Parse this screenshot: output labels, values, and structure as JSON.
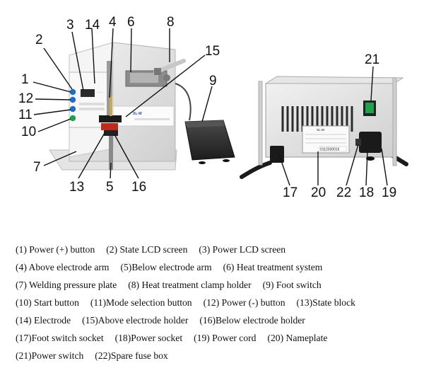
{
  "callouts": [
    "1",
    "2",
    "3",
    "14",
    "4",
    "6",
    "8",
    "15",
    "9",
    "12",
    "11",
    "10",
    "7",
    "13",
    "5",
    "16",
    "21",
    "17",
    "20",
    "22",
    "18",
    "19"
  ],
  "device": {
    "front_panel_text": "XL-W",
    "nameplate_text": "XL-W",
    "serial_text": "0112030016"
  },
  "legend": [
    [
      "(1)  Power (+) button",
      "(2) State LCD screen",
      "(3) Power LCD screen"
    ],
    [
      "(4)  Above electrode arm",
      "(5)Below electrode arm",
      "(6) Heat treatment system"
    ],
    [
      "(7)  Welding pressure plate",
      "(8) Heat treatment clamp holder",
      "(9) Foot switch"
    ],
    [
      "(10) Start button",
      "(11)Mode selection button",
      "(12) Power (-) button",
      "(13)State block"
    ],
    [
      "(14) Electrode",
      "(15)Above electrode holder",
      "(16)Below electrode holder"
    ],
    [
      "(17)Foot switch socket",
      "(18)Power socket",
      "(19)  Power  cord",
      "(20)  Nameplate"
    ],
    [
      "(21)Power switch",
      "(22)Spare fuse box"
    ]
  ],
  "colors": {
    "panel_blue": "#1f6fc2",
    "switch_green": "#1fa24a",
    "switch_red": "#c0202a"
  }
}
